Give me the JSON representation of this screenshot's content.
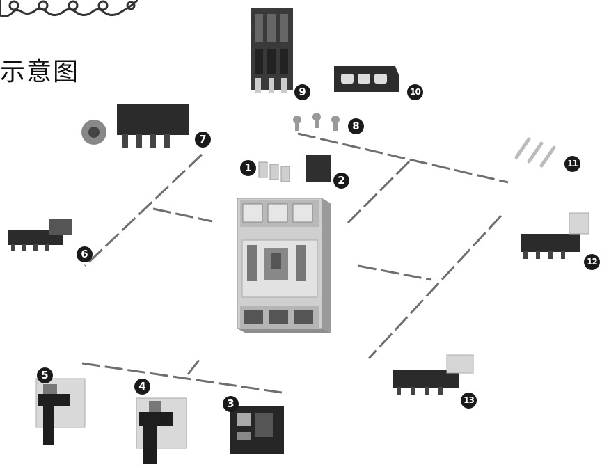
{
  "title": "示意图",
  "callouts": [
    {
      "id": "1",
      "label": "1"
    },
    {
      "id": "2",
      "label": "2"
    },
    {
      "id": "3",
      "label": "3"
    },
    {
      "id": "4",
      "label": "4"
    },
    {
      "id": "5",
      "label": "5"
    },
    {
      "id": "6",
      "label": "6"
    },
    {
      "id": "7",
      "label": "7"
    },
    {
      "id": "8",
      "label": "8"
    },
    {
      "id": "9",
      "label": "9"
    },
    {
      "id": "10",
      "label": "10"
    },
    {
      "id": "11",
      "label": "11"
    },
    {
      "id": "12",
      "label": "12"
    },
    {
      "id": "13",
      "label": "13"
    }
  ],
  "colors": {
    "background": "#ffffff",
    "line": "#6e6e6e",
    "part_dark": "#2a2a2a",
    "part_light": "#d8d8d8",
    "badge": "#1a1a1a"
  }
}
